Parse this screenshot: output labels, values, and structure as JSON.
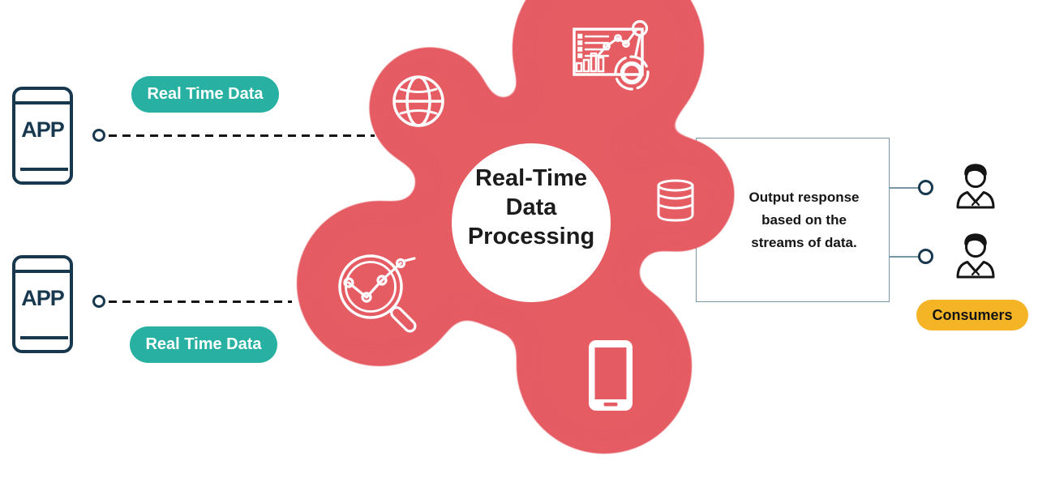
{
  "sources": [
    {
      "app_label": "APP",
      "pill": "Real Time Data"
    },
    {
      "app_label": "APP",
      "pill": "Real Time Data"
    }
  ],
  "hub": {
    "title_line1": "Real-Time",
    "title_line2": "Data",
    "title_line3": "Processing",
    "icons": [
      "globe-icon",
      "analytics-dashboard-icon",
      "database-icon",
      "search-analytics-icon",
      "smartphone-icon"
    ]
  },
  "output_box": {
    "text": "Output response\nbased on the\nstreams of data."
  },
  "consumers": {
    "pill": "Consumers",
    "person_icons": 2
  },
  "colors": {
    "blob_red": "#E55B64",
    "pill_teal": "#28B1A2",
    "pill_yellow": "#F5B326",
    "icon_navy": "#17384E",
    "connector_line": "#7796A8",
    "text_dark": "#1C1C1C"
  }
}
